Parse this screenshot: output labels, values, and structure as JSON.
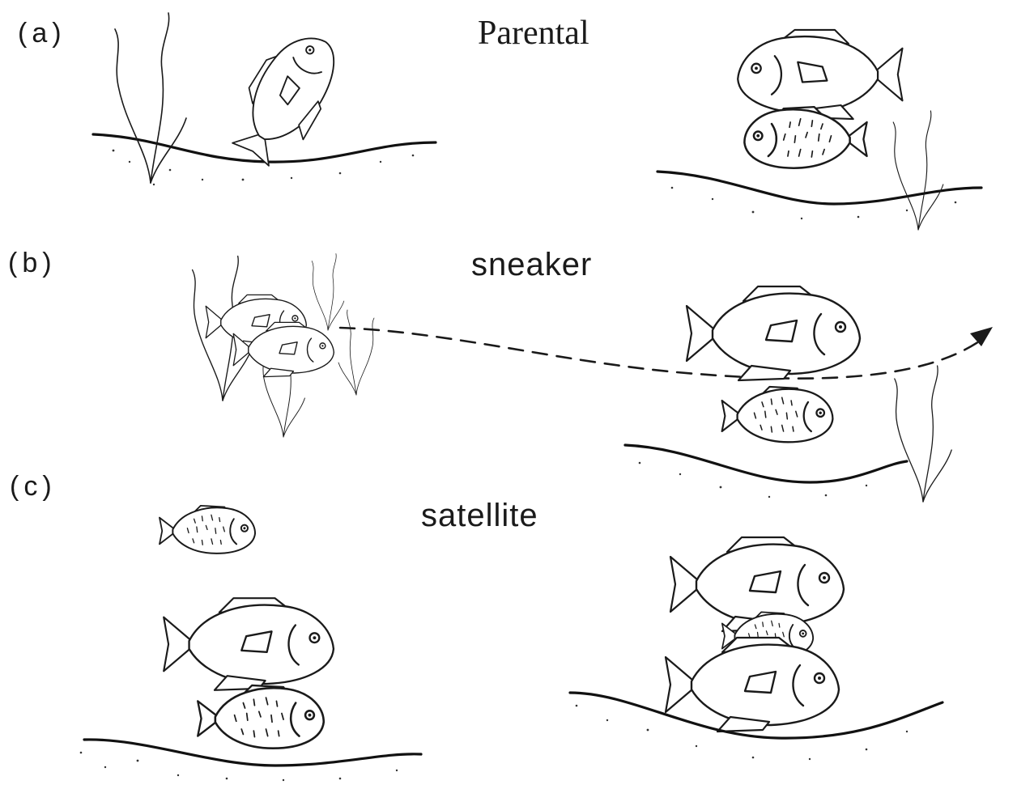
{
  "panels": [
    {
      "label": "(a)",
      "title": "Parental"
    },
    {
      "label": "(b)",
      "title": "sneaker"
    },
    {
      "label": "(c)",
      "title": "satellite"
    }
  ],
  "colors": {
    "ink": "#1a1a1a",
    "background": "#ffffff"
  },
  "icons": [
    "fish-icon",
    "plant-icon",
    "arrow-icon"
  ]
}
